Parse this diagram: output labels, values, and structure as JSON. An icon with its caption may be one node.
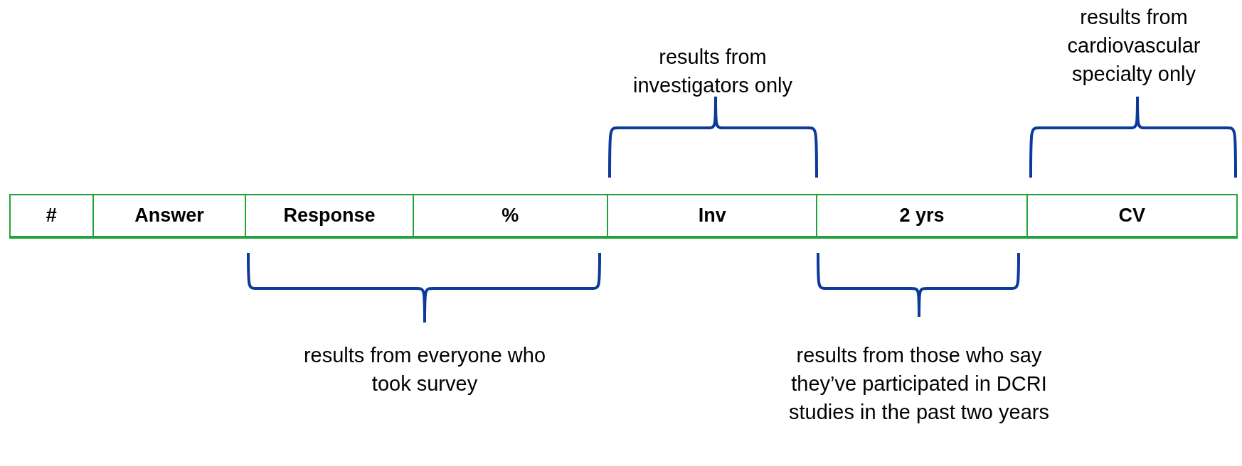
{
  "diagram": {
    "labels": [
      "results from investigators only",
      "results from cardiovascular specialty only",
      "#",
      "Answer",
      "Response",
      "%",
      "Inv",
      "2 yrs",
      "CV",
      "results from everyone who took survey",
      "results from those who say they’ve participated in DCRI studies in the past two years"
    ]
  }
}
